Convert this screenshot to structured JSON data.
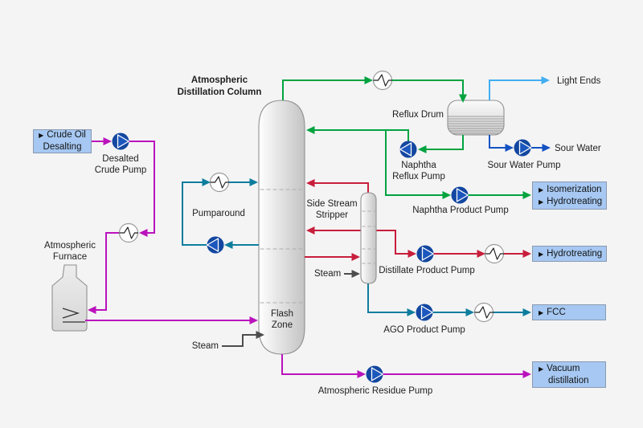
{
  "ui": {
    "bullet": "▶"
  },
  "colors": {
    "naphtha_green": "#00a33f",
    "pumparound_teal": "#0e7d9d",
    "distillate_red": "#c81e3c",
    "crude_magenta": "#ba12bc",
    "sour_water_blue": "#1552c1",
    "light_ends_blue": "#41aef2",
    "steam_gray": "#4d4d4d",
    "pump_fill": "#1347a0",
    "box_fill": "#a6c8f2",
    "vessel_border": "#909090"
  },
  "title": {
    "line1": "Atmospheric",
    "line2": "Distillation Column"
  },
  "vessels": {
    "flash_zone": {
      "line1": "Flash",
      "line2": "Zone"
    },
    "stripper": {
      "line1": "Side Stream",
      "line2": "Stripper"
    },
    "reflux_drum": "Reflux Drum",
    "furnace": {
      "line1": "Atmospheric",
      "line2": "Furnace"
    }
  },
  "pumps": {
    "desalted_crude": {
      "line1": "Desalted",
      "line2": "Crude Pump"
    },
    "pumparound": "Pumparound",
    "naphtha_reflux": {
      "line1": "Naphtha",
      "line2": "Reflux Pump"
    },
    "sour_water": "Sour Water Pump",
    "naphtha_product": "Naphtha Product Pump",
    "distillate_product": "Distillate Product Pump",
    "ago_product": "AGO Product Pump",
    "atmospheric_residue": "Atmospheric Residue Pump"
  },
  "streams": {
    "light_ends": "Light Ends",
    "sour_water": "Sour Water",
    "steam_column": "Steam",
    "steam_stripper": "Steam"
  },
  "process_boxes": {
    "desalting": {
      "line1": "Crude Oil",
      "line2": "Desalting"
    },
    "isomerization_hydrotreating": {
      "item1": "Isomerization",
      "item2": "Hydrotreating"
    },
    "hydrotreating": {
      "item1": "Hydrotreating"
    },
    "fcc": {
      "item1": "FCC"
    },
    "vacuum_distillation": {
      "line1": "Vacuum",
      "line2": "distillation"
    }
  }
}
